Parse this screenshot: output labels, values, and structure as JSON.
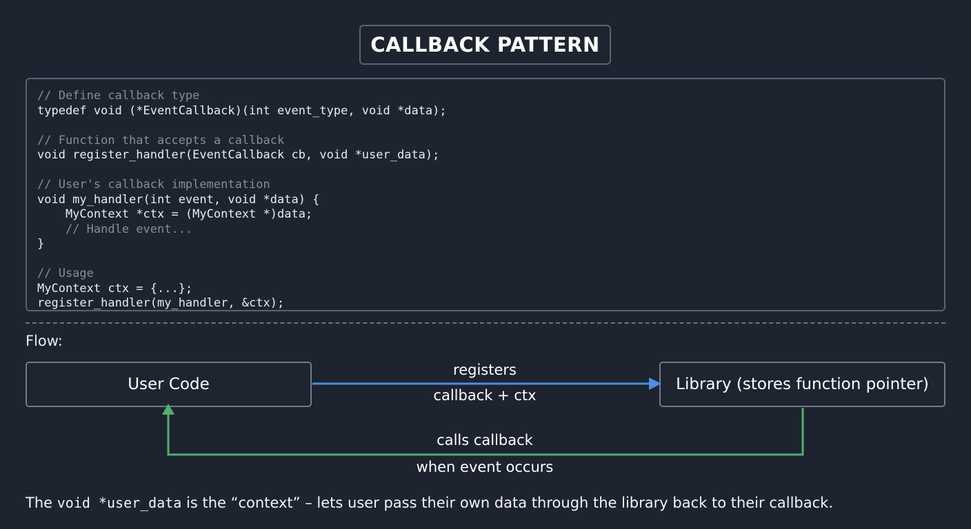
{
  "title": {
    "text": "CALLBACK PATTERN"
  },
  "code_block": {
    "language": "c",
    "lines": [
      {
        "type": "comment",
        "text": "// Define callback type"
      },
      {
        "type": "code",
        "text": "typedef void (*EventCallback)(int event_type, void *data);"
      },
      {
        "type": "blank",
        "text": ""
      },
      {
        "type": "comment",
        "text": "// Function that accepts a callback"
      },
      {
        "type": "code",
        "text": "void register_handler(EventCallback cb, void *user_data);"
      },
      {
        "type": "blank",
        "text": ""
      },
      {
        "type": "comment",
        "text": "// User's callback implementation"
      },
      {
        "type": "code",
        "text": "void my_handler(int event, void *data) {"
      },
      {
        "type": "code",
        "text": "    MyContext *ctx = (MyContext *)data;"
      },
      {
        "type": "comment",
        "text": "    // Handle event..."
      },
      {
        "type": "code",
        "text": "}"
      },
      {
        "type": "blank",
        "text": ""
      },
      {
        "type": "comment",
        "text": "// Usage"
      },
      {
        "type": "code",
        "text": "MyContext ctx = {...};"
      },
      {
        "type": "code",
        "text": "register_handler(my_handler, &ctx);"
      }
    ]
  },
  "flow": {
    "label": "Flow:",
    "nodes": [
      {
        "id": "user-code",
        "label": "User Code"
      },
      {
        "id": "library",
        "label": "Library (stores function pointer)"
      }
    ],
    "edges": [
      {
        "id": "registers",
        "from": "user-code",
        "to": "library",
        "color": "#4d8fe0",
        "label_top": "registers",
        "label_bottom": "callback + ctx"
      },
      {
        "id": "calls-callback",
        "from": "library",
        "to": "user-code",
        "color": "#4fb070",
        "label_top": "calls callback",
        "label_bottom": "when event occurs"
      }
    ]
  },
  "caption": {
    "part1": "The ",
    "mono1": "void *user_data",
    "part2": " is the “context” – lets user pass their own data through the library back to their callback."
  },
  "colors": {
    "background": "#1e2330",
    "border": "#5b6375",
    "box_border": "#737b8a",
    "text": "#e9ecf1",
    "comment": "#878d99",
    "arrow_blue": "#4d8fe0",
    "arrow_green": "#4fb070"
  }
}
